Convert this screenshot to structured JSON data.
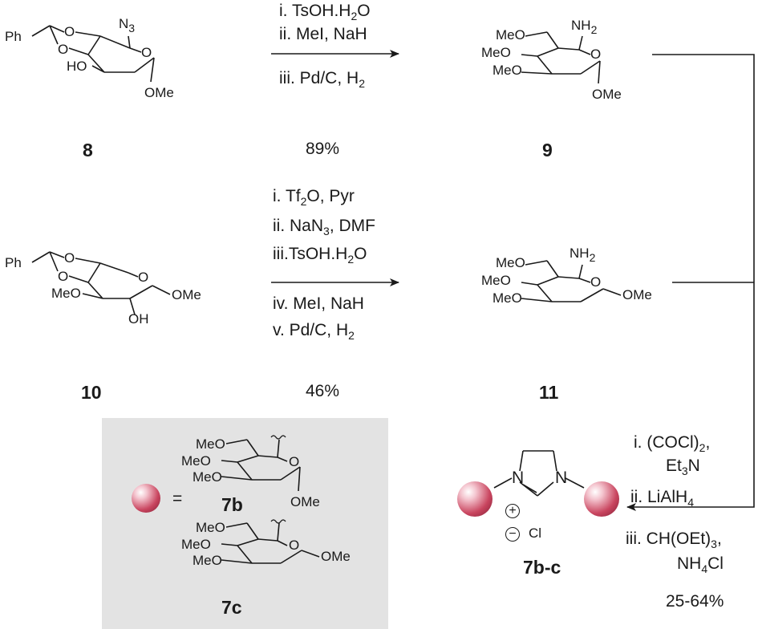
{
  "compounds": {
    "c8": {
      "label": "8",
      "Ph": "Ph",
      "N3": "N",
      "N3_sub": "3",
      "HO": "HO",
      "OMe": "OMe"
    },
    "c9": {
      "label": "9",
      "NH2": "NH",
      "NH2_sub": "2",
      "MeO1": "MeO",
      "MeO2": "MeO",
      "MeO3": "MeO",
      "OMe": "OMe"
    },
    "c10": {
      "label": "10",
      "Ph": "Ph",
      "MeO": "MeO",
      "OH": "OH",
      "OMe": "OMe"
    },
    "c11": {
      "label": "11",
      "NH2": "NH",
      "NH2_sub": "2",
      "MeO1": "MeO",
      "MeO2": "MeO",
      "MeO3": "MeO",
      "OMe": "OMe"
    },
    "c7b": {
      "label": "7b",
      "MeO1": "MeO",
      "MeO2": "MeO",
      "MeO3": "MeO",
      "OMe": "OMe"
    },
    "c7c": {
      "label": "7c",
      "MeO1": "MeO",
      "MeO2": "MeO",
      "MeO3": "MeO",
      "OMe": "OMe"
    },
    "c7bc": {
      "label": "7b-c",
      "N1": "N",
      "N2": "N",
      "plus": "+",
      "minus": "−",
      "Cl": "Cl"
    }
  },
  "ring_O": "O",
  "equals": "=",
  "step1": {
    "reagents": [
      {
        "text": "i.  TsOH.H",
        "sub": "2",
        "after": "O"
      },
      {
        "text": "ii.  MeI, NaH",
        "sub": "",
        "after": ""
      },
      {
        "text": "iii.  Pd/C, H",
        "sub": "2",
        "after": ""
      }
    ],
    "yield": "89%"
  },
  "step2": {
    "reagents": [
      {
        "text": "i.   Tf",
        "sub": "2",
        "after": "O, Pyr"
      },
      {
        "text": "ii. NaN",
        "sub": "3",
        "after": ", DMF"
      },
      {
        "text": "iii.TsOH.H",
        "sub": "2",
        "after": "O"
      },
      {
        "text": "iv. MeI, NaH",
        "sub": "",
        "after": ""
      },
      {
        "text": "v.  Pd/C, H",
        "sub": "2",
        "after": ""
      }
    ],
    "yield": "46%"
  },
  "step3": {
    "reagents": [
      {
        "text": "i.  (COCl)",
        "sub": "2",
        "after": ","
      },
      {
        "text": "Et",
        "sub": "3",
        "after": "N"
      },
      {
        "text": "ii.  LiAlH",
        "sub": "4",
        "after": ""
      },
      {
        "text": "iii. CH(OEt)",
        "sub": "3",
        "after": ","
      },
      {
        "text": "NH",
        "sub": "4",
        "after": "Cl"
      }
    ],
    "yield": "25-64%"
  },
  "colors": {
    "box": "#e3e3e3",
    "sphere": "#c9455f",
    "ink": "#1a1a1a"
  }
}
